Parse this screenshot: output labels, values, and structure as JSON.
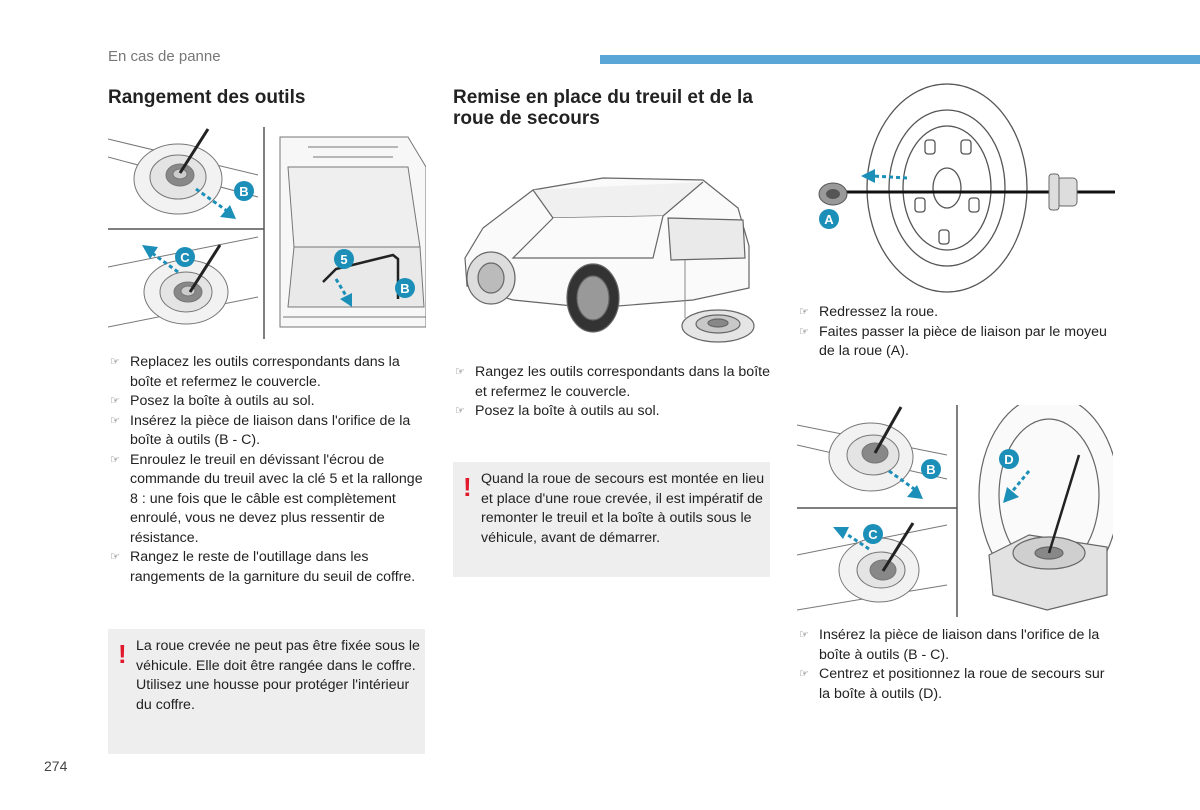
{
  "header": {
    "section": "En cas de panne"
  },
  "col1": {
    "title": "Rangement des outils",
    "fig_labels": {
      "b1": "B",
      "c1": "C",
      "n5": "5",
      "b2": "B"
    },
    "bullets": [
      "Replacez les outils correspondants dans la boîte et refermez le couvercle.",
      "Posez la boîte à outils au sol.",
      "Insérez la pièce de liaison dans l'orifice de la boîte à outils (B - C).",
      "Enroulez le treuil en dévissant l'écrou de commande du treuil avec la clé 5 et la rallonge 8 : une fois que le câble est complètement enroulé, vous ne devez plus ressentir de résistance.",
      "Rangez le reste de l'outillage dans les rangements de la garniture du seuil de coffre."
    ],
    "warning": "La roue crevée ne peut pas être fixée sous le véhicule. Elle doit être rangée dans le coffre. Utilisez une housse pour protéger l'intérieur du coffre."
  },
  "col2": {
    "title": "Remise en place du treuil et de la roue de secours",
    "bullets": [
      "Rangez les outils correspondants dans la boîte et refermez le couvercle.",
      "Posez la boîte à outils au sol."
    ],
    "warning": "Quand la roue de secours est montée en lieu et place d'une roue crevée, il est impératif de remonter le treuil et la boîte à outils sous le véhicule, avant de démarrer."
  },
  "col3": {
    "fig1_labels": {
      "a": "A"
    },
    "bullets1": [
      "Redressez la roue.",
      "Faites passer la pièce de liaison par le moyeu de la roue (A)."
    ],
    "fig2_labels": {
      "b": "B",
      "c": "C",
      "d": "D"
    },
    "bullets2": [
      "Insérez la pièce de liaison dans l'orifice de la boîte à outils (B - C).",
      "Centrez et positionnez la roue de secours sur la boîte à outils (D)."
    ]
  },
  "footer": {
    "page_number": "274"
  },
  "colors": {
    "accent": "#5aa6d6",
    "callout": "#1b8fb8",
    "warning": "#e2192c",
    "warn_bg": "#eeeeee"
  }
}
